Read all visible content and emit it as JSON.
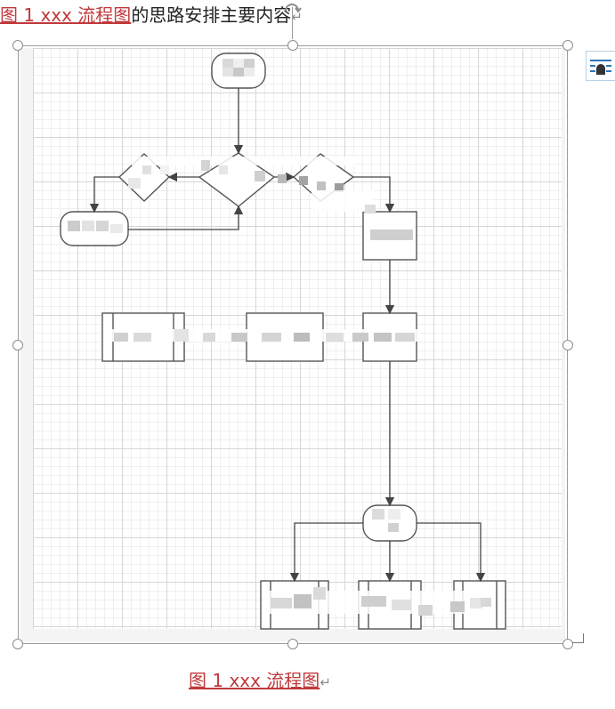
{
  "document": {
    "intro_link": "图  1 xxx 流程图",
    "intro_rest": "的思路安排主要内容",
    "paragraph_mark": "↵",
    "caption": "图  1 xxx 流程图",
    "caption_mark": "↵"
  },
  "icons": {
    "rotate_handle": "rotate-icon",
    "layout_options": "layout-options-icon",
    "paragraph_mark": "paragraph-mark-icon"
  },
  "colors": {
    "reference_red": "#c0393b",
    "handle_gray": "#8c8c8c",
    "diagram_stroke": "#555555",
    "layout_blue": "#2e75b6"
  }
}
